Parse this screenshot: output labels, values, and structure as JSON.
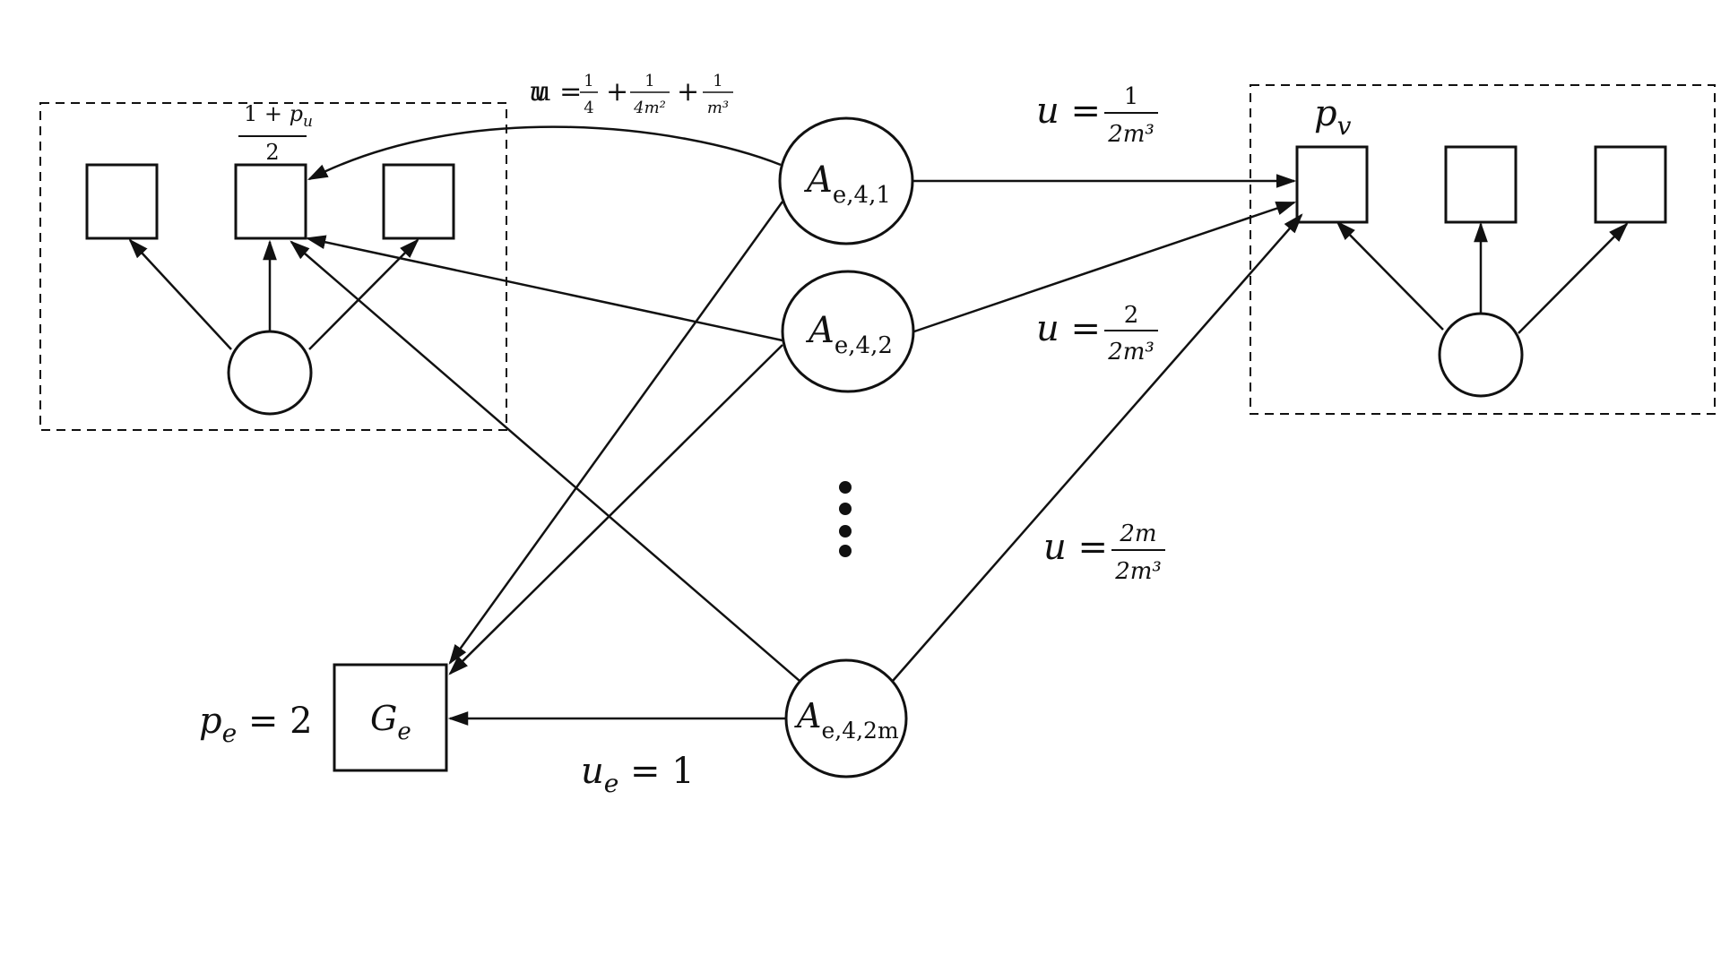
{
  "nodes": {
    "a1": {
      "A": "A",
      "sub": "e,4,1"
    },
    "a2": {
      "A": "A",
      "sub": "e,4,2"
    },
    "a3": {
      "A": "A",
      "sub": "e,4,2m"
    },
    "ge": {
      "G": "G",
      "sub": "e"
    }
  },
  "labels": {
    "pe": {
      "p": "p",
      "sub": "e",
      "rest": " = 2"
    },
    "ue": {
      "u": "u",
      "sub": "e",
      "rest": " = 1"
    },
    "pv": {
      "p": "p",
      "sub": "v"
    },
    "top_left_frac": {
      "num_a": "1 + ",
      "num_p": "p",
      "num_sub": "u",
      "den": "2"
    },
    "u_left": {
      "lhs": "u = ",
      "f1n": "1",
      "f1d": "4",
      "plus1": "+",
      "f2n": "1",
      "f2d": "4m²",
      "plus2": "+",
      "f3n": "1",
      "f3d": "m³"
    },
    "u_r1": {
      "lhs": "u = ",
      "num": "1",
      "den": "2m³"
    },
    "u_r2": {
      "lhs": "u = ",
      "num": "2",
      "den": "2m³"
    },
    "u_r3": {
      "lhs": "u = ",
      "num": "2m",
      "den": "2m³"
    }
  },
  "ellipsis": {
    "dots": 4
  }
}
